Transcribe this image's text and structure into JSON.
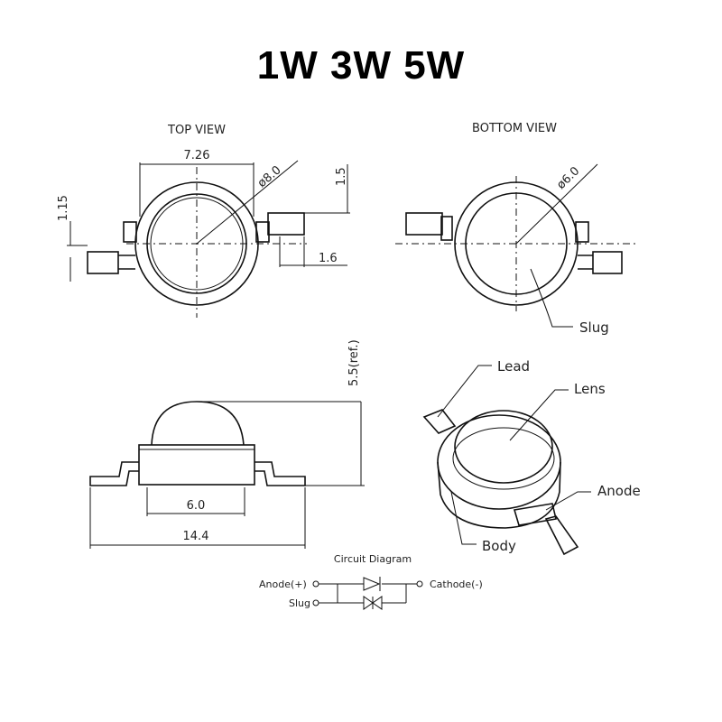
{
  "title": "1W 3W 5W",
  "views": {
    "top_view": "TOP VIEW",
    "bottom_view": "BOTTOM VIEW"
  },
  "dimensions": {
    "width_726": "7.26",
    "dia_80": "ø8.0",
    "dim_15": "1.5",
    "dim_115": "1.15",
    "dim_16": "1.6",
    "dia_60": "ø6.0",
    "height_ref": "5.5(ref.)",
    "base_60": "6.0",
    "total_144": "14.4"
  },
  "labels": {
    "slug": "Slug",
    "lead": "Lead",
    "lens": "Lens",
    "anode": "Anode",
    "body": "Body"
  },
  "circuit": {
    "title": "Circuit Diagram",
    "anode": "Anode(+)",
    "cathode": "Cathode(-)",
    "slug": "Slug"
  }
}
